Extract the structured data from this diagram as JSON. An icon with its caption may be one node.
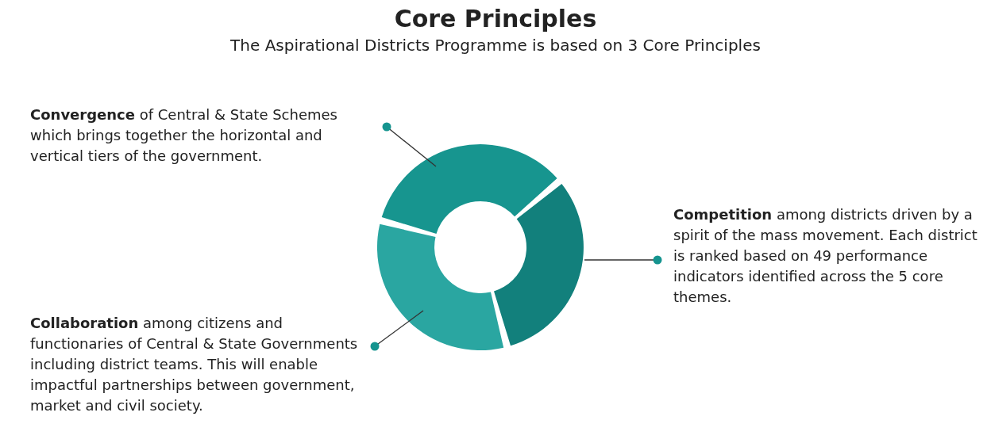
{
  "diagram": {
    "title": "Core Principles",
    "nodes": [
      {
        "text": [
          "**Convergence** of Central & State Schemes which brings together the horizontal and vertical tiers of the government."
        ]
      },
      {
        "text": [],
        "shape": "arc"
      },
      {
        "text": [
          "**Competition** among districts driven by a spirit of the mass movement. Each district is ranked based on 49 performance indicators identified across the 5 core themes."
        ]
      },
      {
        "text": [],
        "shape": "arc"
      },
      {
        "text": [
          "**Collaboration** among citizens and functionaries of Central & State Governments including district teams. This will enable impactful partnerships between government, market and civil society."
        ]
      },
      {
        "text": [],
        "shape": "arc"
      }
    ],
    "edges": [
      {
        "from": 0,
        "to": 1,
        "arrow": "other"
      },
      {
        "from": 2,
        "to": 3,
        "arrow": "other"
      },
      {
        "from": 4,
        "to": 5,
        "arrow": "other"
      }
    ],
    "labels": [
      "The Aspirational Districts Programme is based on 3 Core Principles"
    ]
  }
}
